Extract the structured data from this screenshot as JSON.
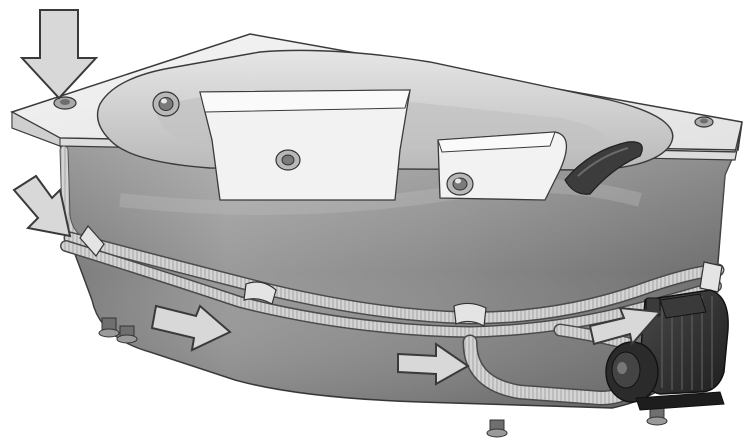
{
  "figure": {
    "subject": "whirlpool-bathtub-with-jets-hoses-and-pump",
    "colors": {
      "background": "#ffffff",
      "rim_top": "#ededed",
      "rim_front": "#dcdcdc",
      "body": "#8a8a8a",
      "basin_wall": "#c9c9c9",
      "basin_floor": "#b4b4b4",
      "hose": "#d2d2d2",
      "pump": "#2e2e2e",
      "arrow_fill": "#d8d8d8",
      "outline": "#3a3a3a"
    },
    "arrows": [
      {
        "name": "down-arrow-icon",
        "points_to": "overflow-drain"
      },
      {
        "name": "left-hose-arrow-icon",
        "points_to": "hose-manifold-left"
      },
      {
        "name": "bottom-flow-arrow-icon",
        "points_to": "hose-flow-right"
      },
      {
        "name": "return-hose-arrow-icon",
        "points_to": "suction-hose"
      },
      {
        "name": "pump-arrow-icon",
        "points_to": "pump"
      }
    ],
    "components": [
      "tub-rim",
      "tub-body",
      "jet",
      "air-control-valve",
      "flexible-hose",
      "pump",
      "support-feet",
      "headrest"
    ]
  }
}
